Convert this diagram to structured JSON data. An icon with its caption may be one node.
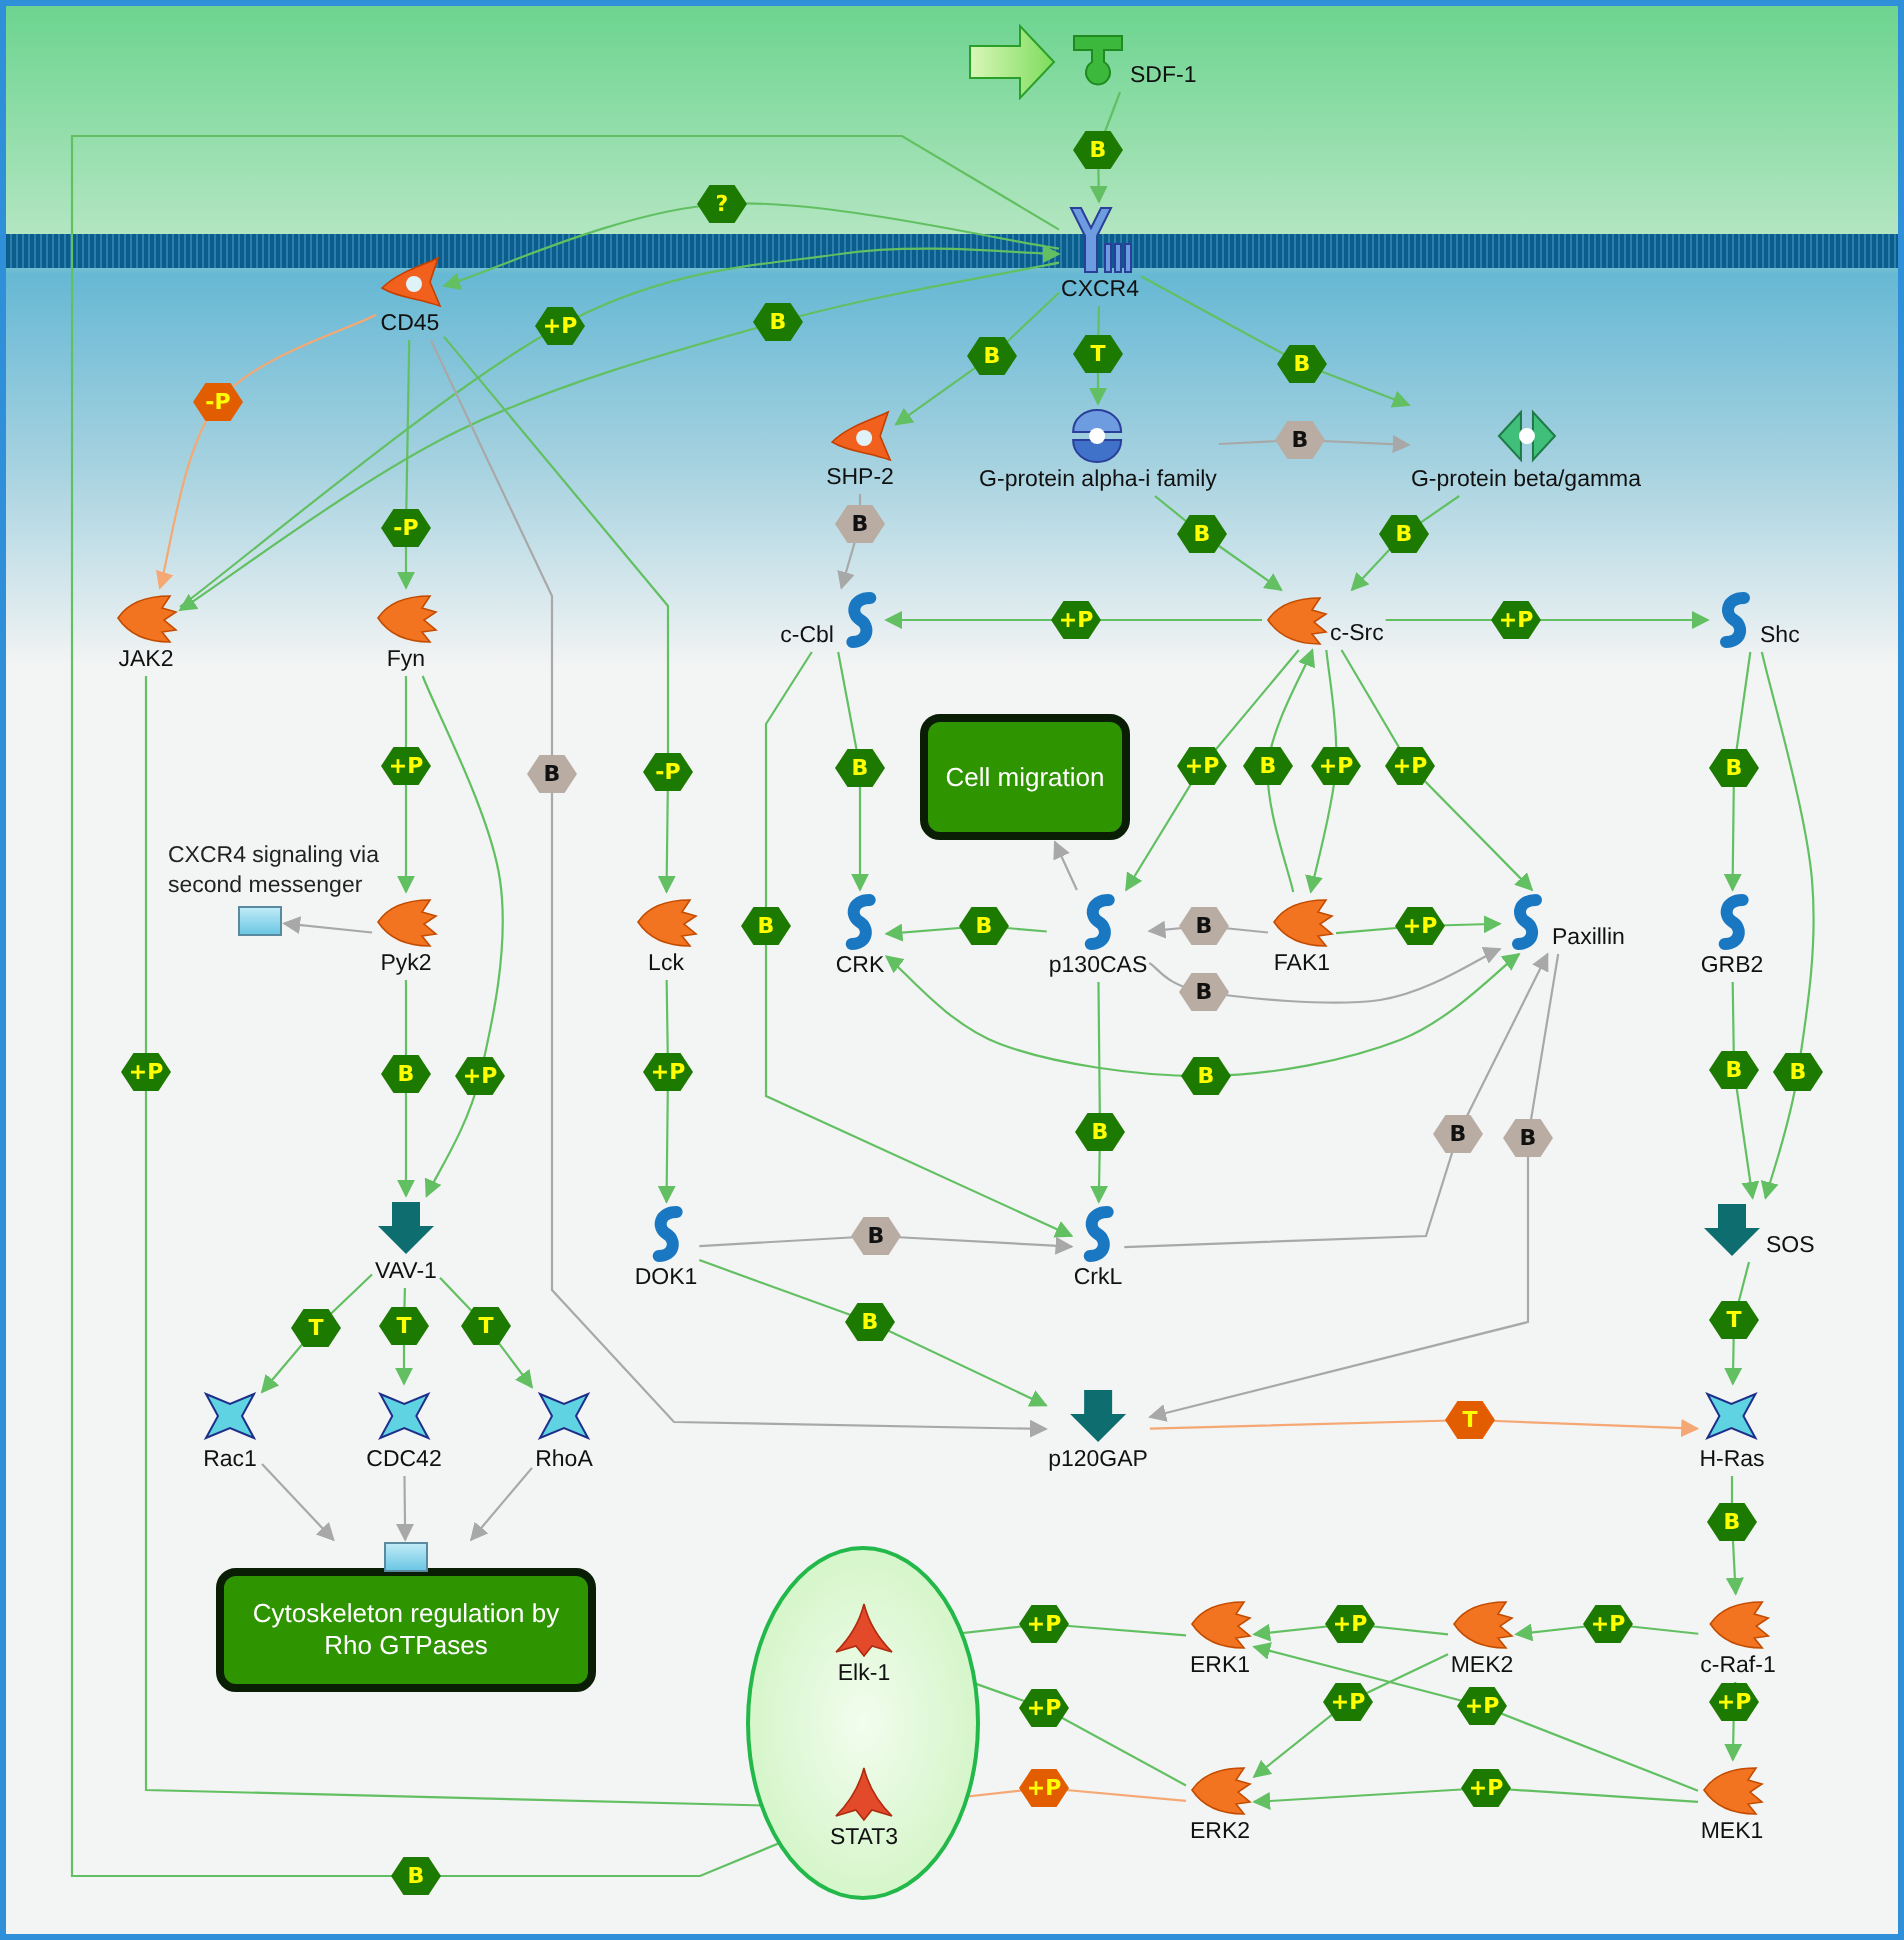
{
  "diagram": {
    "nodes": [
      {
        "text": [
          "SDF-1"
        ]
      },
      {
        "text": [
          "CXCR4"
        ]
      },
      {
        "text": [
          "CD45"
        ]
      },
      {
        "text": [
          "SHP-2"
        ]
      },
      {
        "text": [
          "G-protein alpha-i family"
        ]
      },
      {
        "text": [
          "G-protein beta/gamma"
        ]
      },
      {
        "text": [
          "JAK2"
        ]
      },
      {
        "text": [
          "Fyn"
        ]
      },
      {
        "text": [
          "c-Cbl"
        ]
      },
      {
        "text": [
          "c-Src"
        ]
      },
      {
        "text": [
          "Shc"
        ]
      },
      {
        "text": [
          "Cell migration"
        ]
      },
      {
        "text": [],
        "shape": "box"
      },
      {
        "text": [
          "Pyk2"
        ]
      },
      {
        "text": [
          "Lck"
        ]
      },
      {
        "text": [
          "CRK"
        ]
      },
      {
        "text": [
          "p130CAS"
        ]
      },
      {
        "text": [
          "FAK1"
        ]
      },
      {
        "text": [
          "Paxillin"
        ]
      },
      {
        "text": [
          "GRB2"
        ]
      },
      {
        "text": [
          "VAV-1"
        ]
      },
      {
        "text": [
          "DOK1"
        ]
      },
      {
        "text": [
          "CrkL"
        ]
      },
      {
        "text": [
          "SOS"
        ]
      },
      {
        "text": [
          "Rac1"
        ]
      },
      {
        "text": [
          "CDC42"
        ]
      },
      {
        "text": [
          "RhoA"
        ]
      },
      {
        "text": [
          "p120GAP"
        ]
      },
      {
        "text": [
          "H-Ras"
        ]
      },
      {
        "text": [
          "Cytoskeleton regulation by Rho GTPases"
        ]
      },
      {
        "text": [],
        "shape": "ellipse"
      },
      {
        "text": [
          "Elk-1"
        ],
        "in": 30
      },
      {
        "text": [
          "ERK1"
        ]
      },
      {
        "text": [
          "MEK2"
        ]
      },
      {
        "text": [
          "c-Raf-1"
        ]
      },
      {
        "text": [
          "STAT3"
        ],
        "in": 30
      },
      {
        "text": [
          "ERK2"
        ]
      },
      {
        "text": [
          "MEK1"
        ]
      }
    ],
    "edges": [
      {
        "from": 0,
        "to": 1,
        "arrow": "to",
        "label": "B"
      },
      {
        "from": 1,
        "to": 35,
        "arrow": "to",
        "label": "B"
      },
      {
        "from": 6,
        "to": 1,
        "arrow": "to",
        "label": "+P"
      },
      {
        "from": 1,
        "to": 6,
        "arrow": "to",
        "label": "B"
      },
      {
        "from": 1,
        "to": 2,
        "arrow": "to",
        "label": "?"
      },
      {
        "from": 2,
        "to": 6,
        "arrow": "to",
        "label": "-P",
        "color": "#f5a873"
      },
      {
        "from": 2,
        "to": 7,
        "arrow": "to",
        "label": "-P"
      },
      {
        "from": 2,
        "to": 27,
        "arrow": "to",
        "label": "B",
        "color": "#a8a8a8"
      },
      {
        "from": 2,
        "to": 14,
        "arrow": "to",
        "label": "-P"
      },
      {
        "from": 1,
        "to": 3,
        "arrow": "to",
        "label": "B"
      },
      {
        "from": 1,
        "to": 4,
        "arrow": "to",
        "label": "T"
      },
      {
        "from": 1,
        "to": 5,
        "arrow": "to",
        "label": "B"
      },
      {
        "from": 4,
        "to": 5,
        "arrow": "to",
        "label": "B",
        "color": "#a8a8a8"
      },
      {
        "from": 3,
        "to": 8,
        "arrow": "to",
        "label": "B",
        "color": "#a8a8a8"
      },
      {
        "from": 4,
        "to": 9,
        "arrow": "to",
        "label": "B"
      },
      {
        "from": 5,
        "to": 9,
        "arrow": "to",
        "label": "B"
      },
      {
        "from": 9,
        "to": 8,
        "arrow": "to",
        "label": "+P"
      },
      {
        "from": 9,
        "to": 10,
        "arrow": "to",
        "label": "+P"
      },
      {
        "from": 7,
        "to": 13,
        "arrow": "to",
        "label": "+P"
      },
      {
        "from": 7,
        "to": 20,
        "arrow": "to",
        "label": "+P"
      },
      {
        "from": 8,
        "to": 15,
        "arrow": "to",
        "label": "B"
      },
      {
        "from": 8,
        "to": 22,
        "arrow": "to",
        "label": "B"
      },
      {
        "from": 9,
        "to": 16,
        "arrow": "to",
        "label": "+P"
      },
      {
        "from": 17,
        "to": 9,
        "arrow": "to",
        "label": "B"
      },
      {
        "from": 9,
        "to": 17,
        "arrow": "to",
        "label": "+P"
      },
      {
        "from": 9,
        "to": 18,
        "arrow": "to",
        "label": "+P"
      },
      {
        "from": 16,
        "to": 11,
        "arrow": "to",
        "color": "#a8a8a8"
      },
      {
        "from": 16,
        "to": 15,
        "arrow": "to",
        "label": "B"
      },
      {
        "from": 17,
        "to": 16,
        "arrow": "to",
        "label": "B",
        "color": "#a8a8a8"
      },
      {
        "from": 17,
        "to": 18,
        "arrow": "to",
        "label": "+P"
      },
      {
        "from": 16,
        "to": 18,
        "arrow": "to",
        "label": "B",
        "color": "#a8a8a8"
      },
      {
        "from": 18,
        "to": 15,
        "arrow": "both",
        "label": "B"
      },
      {
        "from": 10,
        "to": 19,
        "arrow": "to",
        "label": "B"
      },
      {
        "from": 10,
        "to": 23,
        "arrow": "to",
        "label": "B"
      },
      {
        "from": 19,
        "to": 23,
        "arrow": "to",
        "label": "B"
      },
      {
        "from": 13,
        "to": 12,
        "arrow": "to",
        "color": "#a8a8a8"
      },
      {
        "from": 13,
        "to": 20,
        "arrow": "to",
        "label": "B"
      },
      {
        "from": 14,
        "to": 21,
        "arrow": "to",
        "label": "+P"
      },
      {
        "from": 6,
        "to": 35,
        "arrow": "to",
        "label": "+P"
      },
      {
        "from": 16,
        "to": 22,
        "arrow": "to",
        "label": "B"
      },
      {
        "from": 21,
        "to": 22,
        "arrow": "to",
        "label": "B",
        "color": "#a8a8a8"
      },
      {
        "from": 21,
        "to": 27,
        "arrow": "to",
        "label": "B"
      },
      {
        "from": 22,
        "to": 18,
        "arrow": "to",
        "label": "B",
        "color": "#a8a8a8"
      },
      {
        "from": 18,
        "to": 27,
        "arrow": "to",
        "label": "B",
        "color": "#a8a8a8"
      },
      {
        "from": 23,
        "to": 28,
        "arrow": "to",
        "label": "T"
      },
      {
        "from": 27,
        "to": 28,
        "arrow": "to",
        "label": "T",
        "color": "#f5a873"
      },
      {
        "from": 20,
        "to": 24,
        "arrow": "to",
        "label": "T"
      },
      {
        "from": 20,
        "to": 25,
        "arrow": "to",
        "label": "T"
      },
      {
        "from": 20,
        "to": 26,
        "arrow": "to",
        "label": "T"
      },
      {
        "from": 24,
        "to": 29,
        "arrow": "to",
        "color": "#a8a8a8"
      },
      {
        "from": 25,
        "to": 29,
        "arrow": "to",
        "color": "#a8a8a8"
      },
      {
        "from": 26,
        "to": 29,
        "arrow": "to",
        "color": "#a8a8a8"
      },
      {
        "from": 28,
        "to": 34,
        "arrow": "to",
        "label": "B"
      },
      {
        "from": 34,
        "to": 33,
        "arrow": "to",
        "label": "+P"
      },
      {
        "from": 34,
        "to": 37,
        "arrow": "to",
        "label": "+P"
      },
      {
        "from": 33,
        "to": 32,
        "arrow": "to",
        "label": "+P"
      },
      {
        "from": 33,
        "to": 36,
        "arrow": "to",
        "label": "+P"
      },
      {
        "from": 37,
        "to": 32,
        "arrow": "to",
        "label": "+P"
      },
      {
        "from": 37,
        "to": 36,
        "arrow": "to",
        "label": "+P"
      },
      {
        "from": 32,
        "to": 31,
        "arrow": "to",
        "label": "+P"
      },
      {
        "from": 36,
        "to": 31,
        "arrow": "to",
        "label": "+P"
      },
      {
        "from": 36,
        "to": 35,
        "arrow": "to",
        "label": "+P",
        "color": "#f5a873"
      }
    ],
    "labels": [
      "CXCR4 signaling via second messenger"
    ]
  }
}
